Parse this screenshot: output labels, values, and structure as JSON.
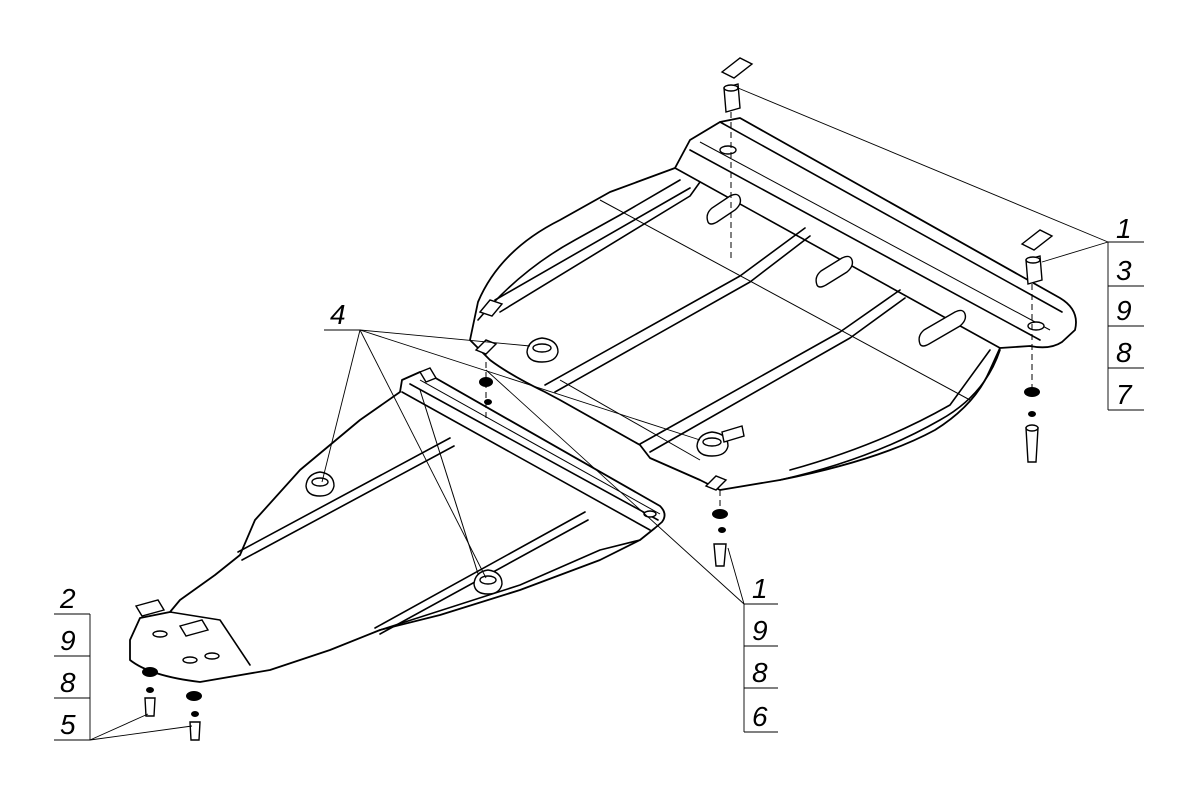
{
  "diagram": {
    "callouts": [
      {
        "id": "top-right-stack",
        "items": [
          "1",
          "3",
          "9",
          "8",
          "7"
        ]
      },
      {
        "id": "bottom-middle-stack",
        "items": [
          "1",
          "9",
          "8",
          "6"
        ]
      },
      {
        "id": "bottom-left-stack",
        "items": [
          "2",
          "9",
          "8",
          "5"
        ]
      },
      {
        "id": "single-4",
        "items": [
          "4"
        ]
      }
    ]
  }
}
